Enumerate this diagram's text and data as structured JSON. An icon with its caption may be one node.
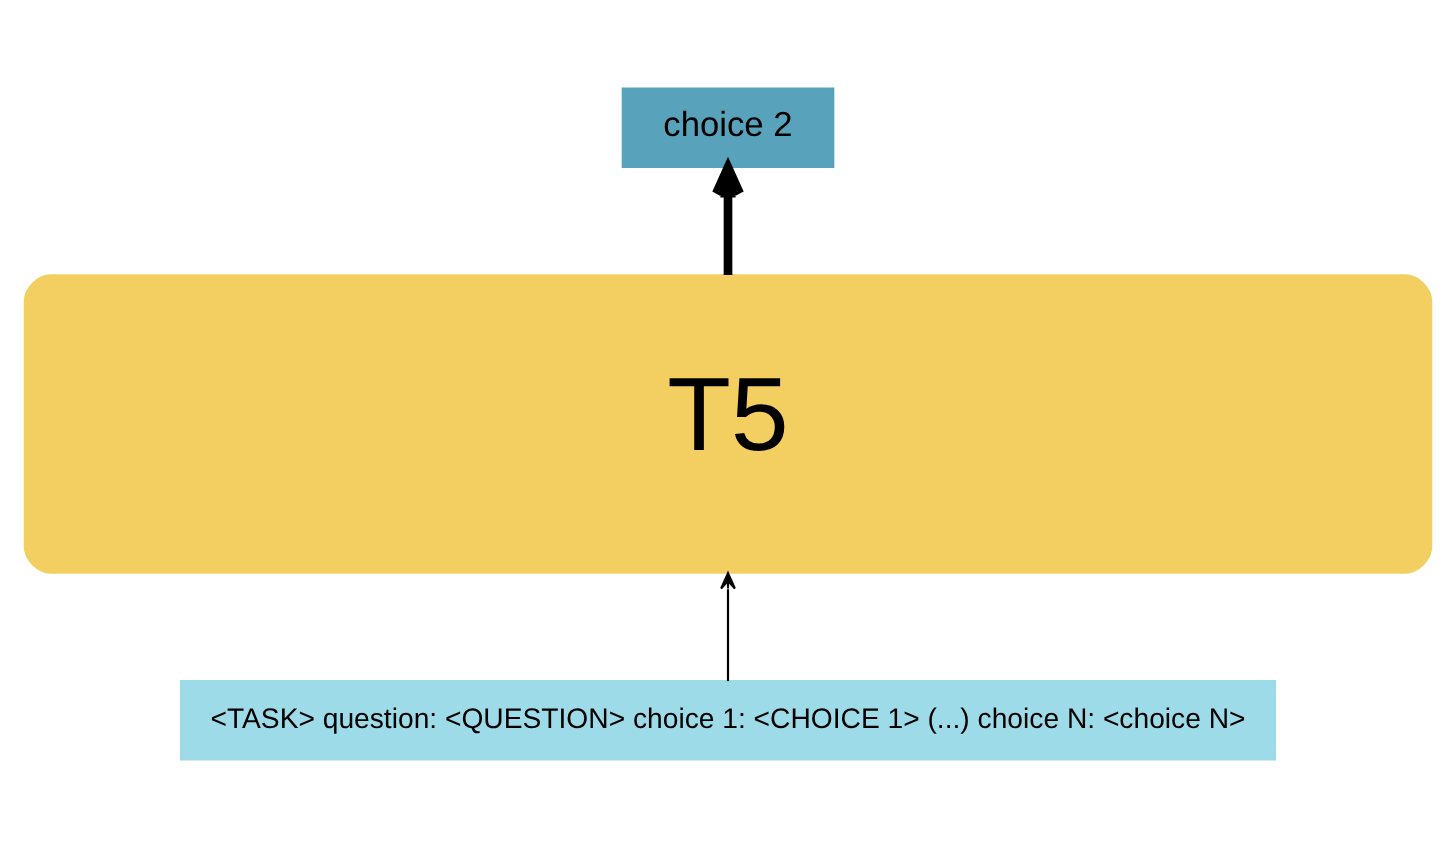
{
  "diagram": {
    "nodes": [
      {
        "text": [
          "choice 2"
        ]
      },
      {
        "text": [
          "T5"
        ]
      },
      {
        "text": [
          "<TASK> question: <QUESTION> choice 1: <CHOICE 1> (...) choice N: <choice N>"
        ]
      }
    ],
    "edges": [
      {
        "from": 2,
        "to": 1,
        "arrow": "to"
      },
      {
        "from": 1,
        "to": 0,
        "arrow": "to",
        "style": "thick"
      }
    ]
  }
}
